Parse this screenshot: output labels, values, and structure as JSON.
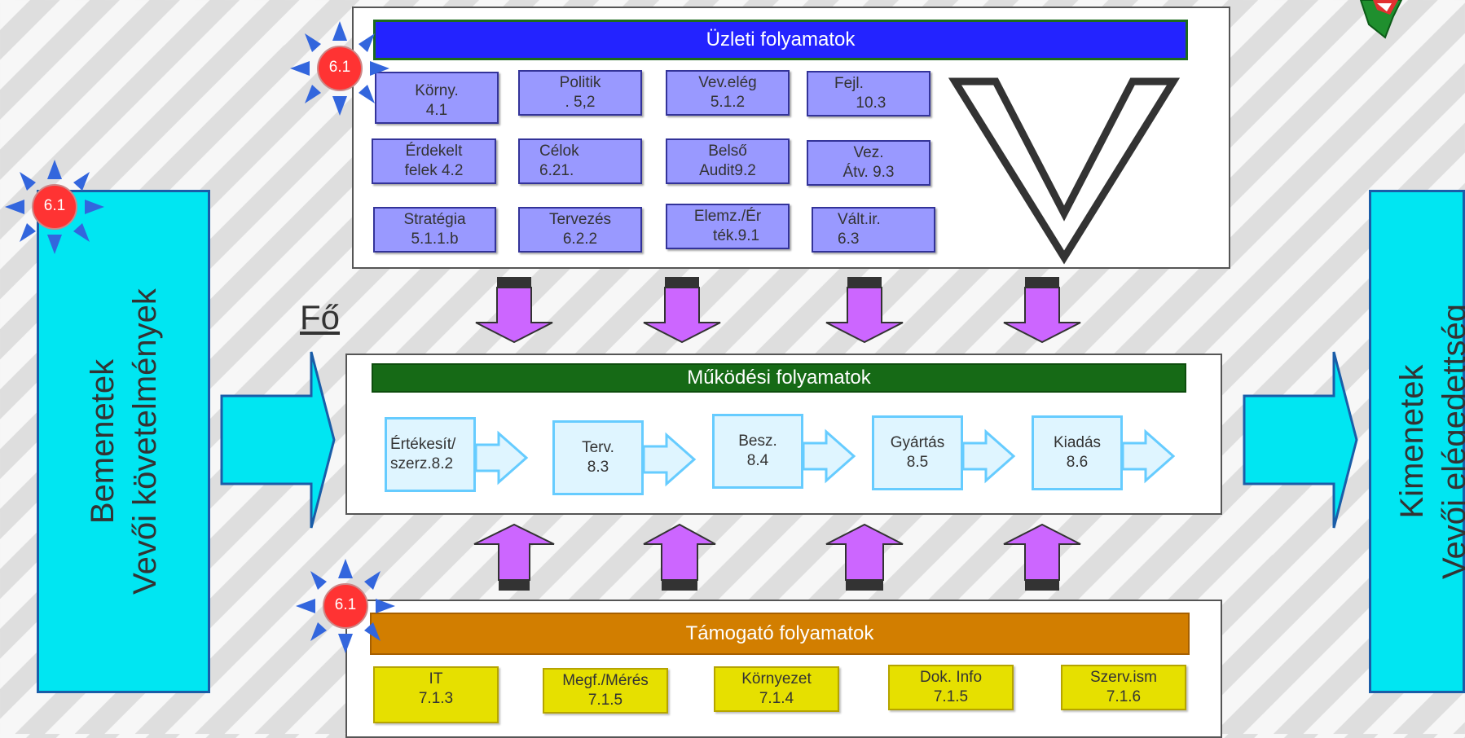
{
  "inputs": {
    "text": "Bemenetek\nVevői követelmények"
  },
  "outputs": {
    "text": "Kimenetek\nVevői elégedettség"
  },
  "main_label": "Fő",
  "badge_label": "6.1",
  "business": {
    "title": "Üzleti folyamatok",
    "boxes": [
      "Körny.\n4.1",
      "Politik\n. 5,2",
      "Vev.elég\n5.1.2",
      "Fejl.\n     10.3",
      "Érdekelt\nfelek 4.2",
      "Célok\n6.21.",
      "Belső\nAudit9.2",
      "Vez.\nÁtv. 9.3",
      "Stratégia\n5.1.1.b",
      "Tervezés\n6.2.2",
      "Elemz./Ér\n    ték.9.1",
      "Vált.ir.\n6.3"
    ]
  },
  "operations": {
    "title": "Működési folyamatok",
    "steps": [
      "Értékesít/\nszerz.8.2",
      "Terv.\n8.3",
      "Besz.\n8.4",
      "Gyártás\n8.5",
      "Kiadás\n8.6"
    ]
  },
  "support": {
    "title": "Támogató folyamatok",
    "boxes": [
      "IT\n7.1.3",
      "Megf./Mérés\n7.1.5",
      "Környezet\n7.1.4",
      "Dok. Info\n7.1.5",
      "Szerv.ism\n7.1.6"
    ]
  },
  "colors": {
    "business_bar": "#2323ff",
    "operations_bar": "#166a16",
    "support_bar": "#d27e00",
    "purple_arrow": "#cc66ff",
    "cyan": "#00e6f2",
    "badge": "#ff3333"
  }
}
